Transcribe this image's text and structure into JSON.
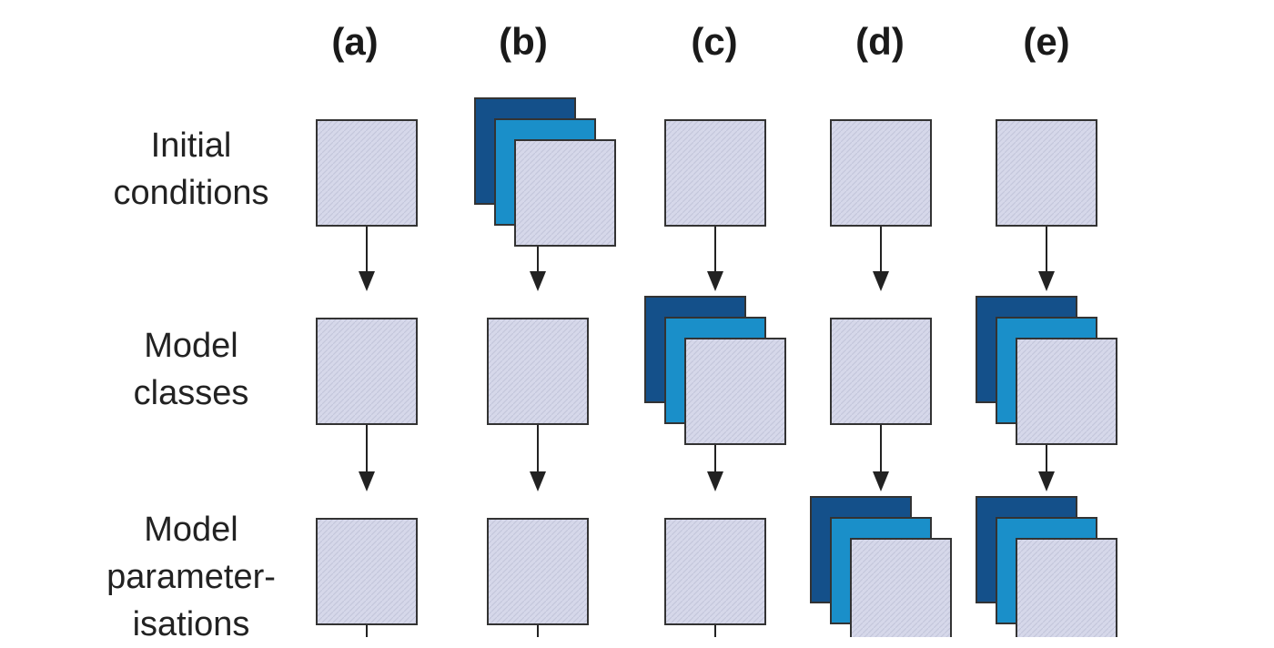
{
  "columns": [
    {
      "label": "(a)",
      "stacked": []
    },
    {
      "label": "(b)",
      "stacked": [
        0
      ]
    },
    {
      "label": "(c)",
      "stacked": [
        1
      ]
    },
    {
      "label": "(d)",
      "stacked": [
        2
      ]
    },
    {
      "label": "(e)",
      "stacked": [
        1,
        2
      ]
    }
  ],
  "rows": [
    {
      "lines": [
        "Initial",
        "conditions"
      ]
    },
    {
      "lines": [
        "Model",
        "classes"
      ]
    },
    {
      "lines": [
        "Model",
        "parameter-",
        "isations"
      ]
    }
  ],
  "colors": {
    "box_fill": "#d6d8ea",
    "box_border": "#333333",
    "stack_dark": "#14508a",
    "stack_mid": "#1a8fc9",
    "arrow": "#222222"
  }
}
